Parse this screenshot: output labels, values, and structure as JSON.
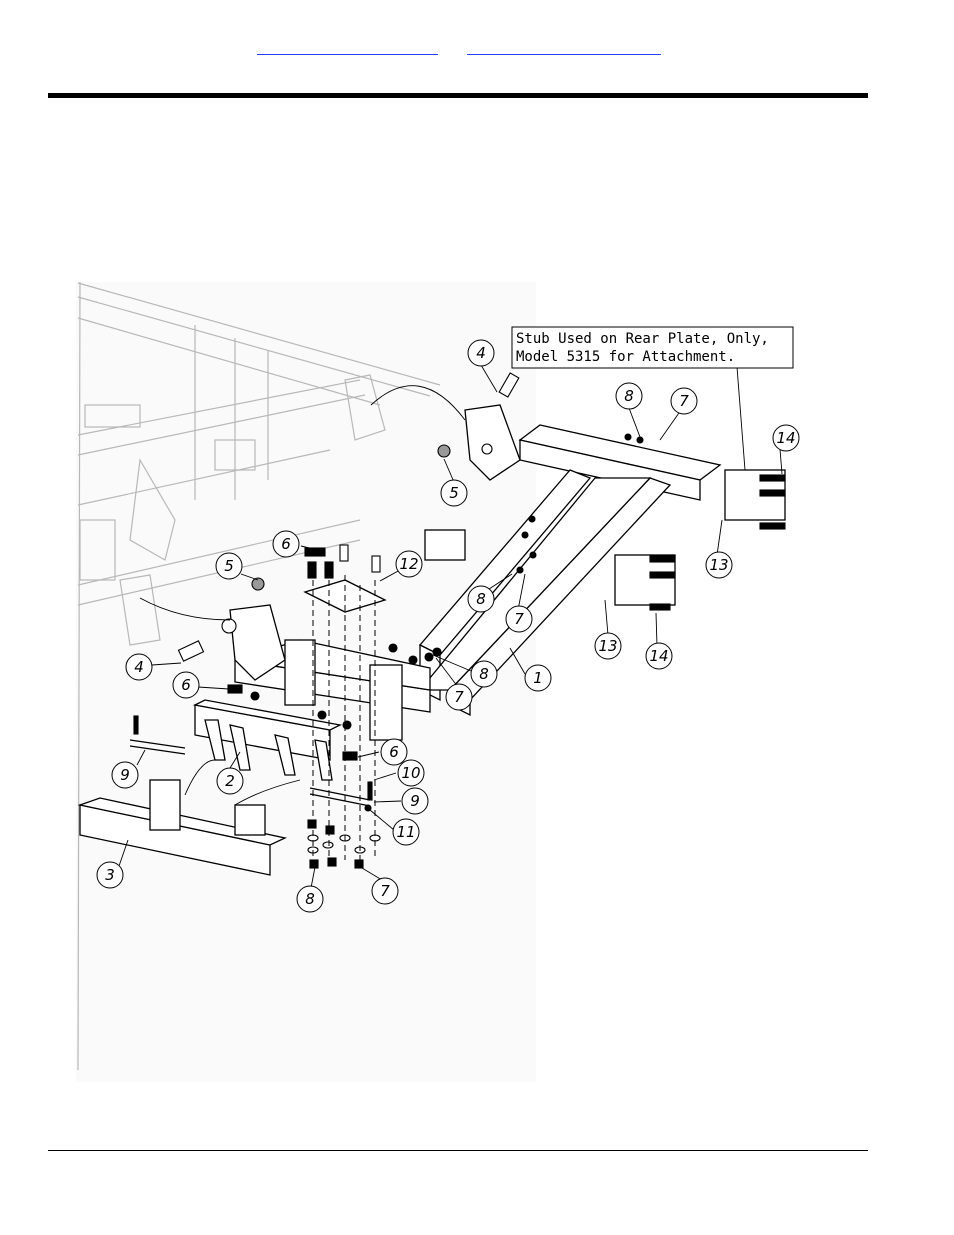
{
  "header": {
    "link_a": "",
    "link_b": ""
  },
  "note": {
    "line1": "Stub Used on Rear Plate, Only,",
    "line2": "Model 5315 for Attachment."
  },
  "callouts": [
    {
      "id": "c4a",
      "label": "4"
    },
    {
      "id": "c5a",
      "label": "5"
    },
    {
      "id": "c8a",
      "label": "8"
    },
    {
      "id": "c7a",
      "label": "7"
    },
    {
      "id": "c14a",
      "label": "14"
    },
    {
      "id": "c13a",
      "label": "13"
    },
    {
      "id": "c6a",
      "label": "6"
    },
    {
      "id": "c12",
      "label": "12"
    },
    {
      "id": "c5b",
      "label": "5"
    },
    {
      "id": "c8b",
      "label": "8"
    },
    {
      "id": "c7b",
      "label": "7"
    },
    {
      "id": "c13b",
      "label": "13"
    },
    {
      "id": "c14b",
      "label": "14"
    },
    {
      "id": "c4b",
      "label": "4"
    },
    {
      "id": "c6b",
      "label": "6"
    },
    {
      "id": "c8c",
      "label": "8"
    },
    {
      "id": "c1",
      "label": "1"
    },
    {
      "id": "c7c",
      "label": "7"
    },
    {
      "id": "c9a",
      "label": "9"
    },
    {
      "id": "c2",
      "label": "2"
    },
    {
      "id": "c6c",
      "label": "6"
    },
    {
      "id": "c10",
      "label": "10"
    },
    {
      "id": "c9b",
      "label": "9"
    },
    {
      "id": "c11",
      "label": "11"
    },
    {
      "id": "c3",
      "label": "3"
    },
    {
      "id": "c8d",
      "label": "8"
    },
    {
      "id": "c7d",
      "label": "7"
    }
  ]
}
